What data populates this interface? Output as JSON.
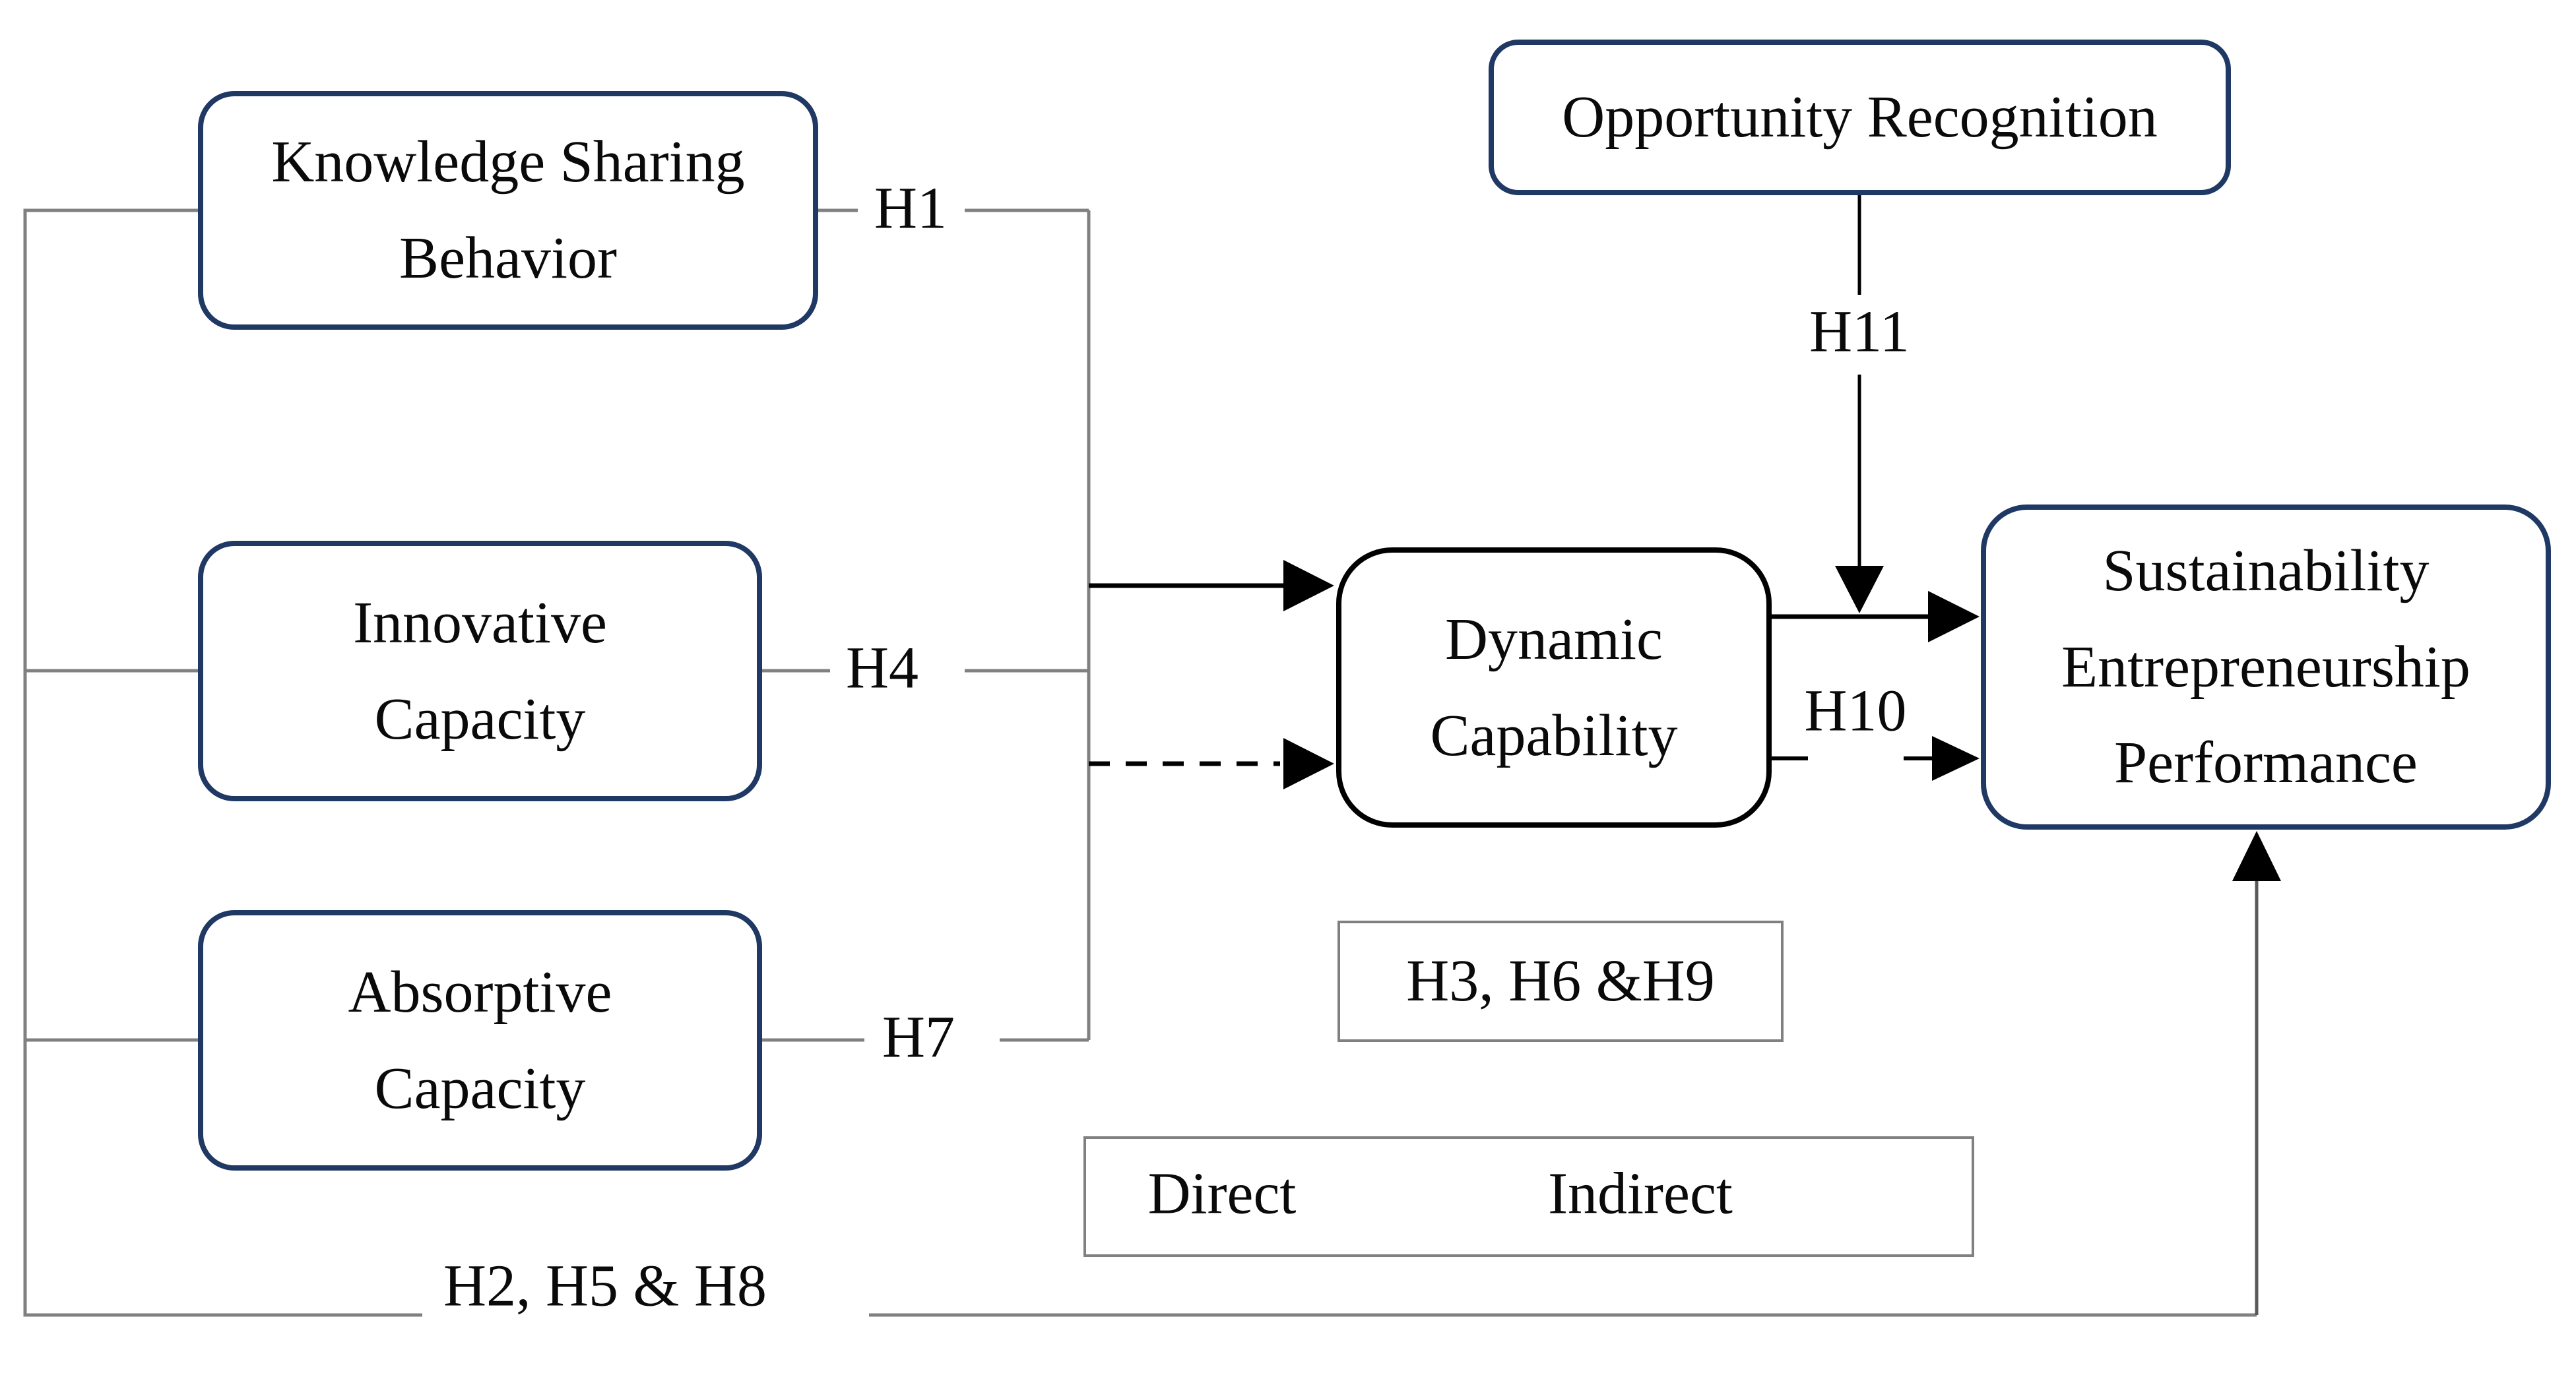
{
  "diagram": {
    "nodes": {
      "knowledge_sharing_behavior": {
        "label": "Knowledge Sharing\nBehavior"
      },
      "innovative_capacity": {
        "label": "Innovative\nCapacity"
      },
      "absorptive_capacity": {
        "label": "Absorptive\nCapacity"
      },
      "opportunity_recognition": {
        "label": "Opportunity Recognition"
      },
      "dynamic_capability": {
        "label": "Dynamic\nCapability"
      },
      "sustainability_entrepreneurship_performance": {
        "label": "Sustainability\nEntrepreneurship\nPerformance"
      }
    },
    "hypothesis_labels": {
      "h1": "H1",
      "h4": "H4",
      "h7": "H7",
      "h10": "H10",
      "h11": "H11",
      "mediated": "H3, H6 &H9",
      "direct_combined": "H2, H5 & H8"
    },
    "legend": {
      "direct_label": "Direct",
      "indirect_label": "Indirect"
    },
    "colors": {
      "node_border_navy": "#1f3864",
      "dynamic_border_black": "#000000",
      "connector_gray": "#808080",
      "arrow_black": "#000000"
    }
  }
}
